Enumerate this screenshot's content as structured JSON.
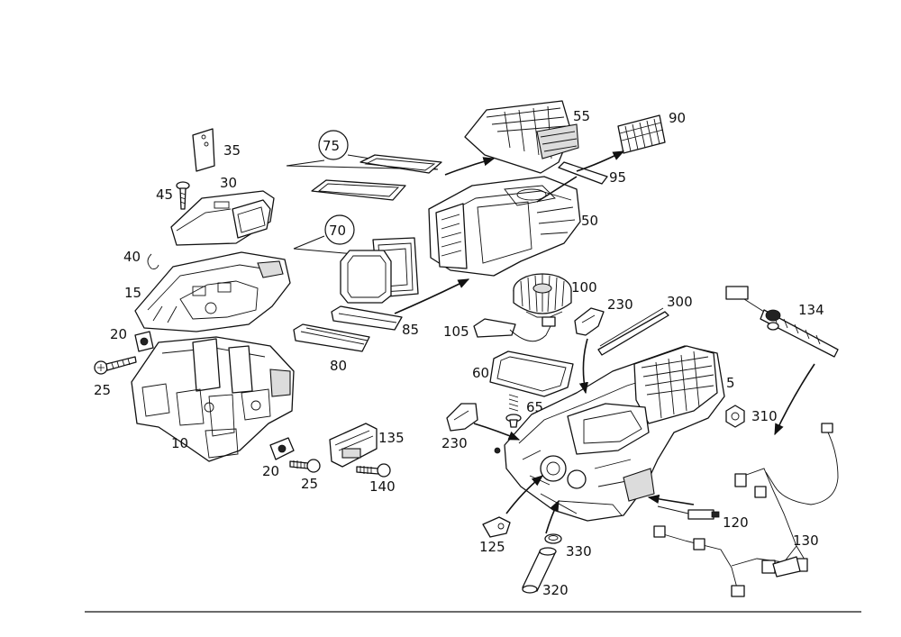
{
  "labels": {
    "l35": "35",
    "l30": "30",
    "l45": "45",
    "l40": "40",
    "l15": "15",
    "l20a": "20",
    "l25a": "25",
    "l10": "10",
    "l75": "75",
    "l70": "70",
    "l85": "85",
    "l80": "80",
    "l55": "55",
    "l90": "90",
    "l95": "95",
    "l50": "50",
    "l100": "100",
    "l230a": "230",
    "l300": "300",
    "l105": "105",
    "l134": "134",
    "l60": "60",
    "l65": "65",
    "l5": "5",
    "l310": "310",
    "l230b": "230",
    "l135": "135",
    "l20b": "20",
    "l25b": "25",
    "l140": "140",
    "l120": "120",
    "l125": "125",
    "l330": "330",
    "l130": "130",
    "l320": "320"
  },
  "colors": {
    "line": "#111111",
    "background": "#ffffff"
  }
}
